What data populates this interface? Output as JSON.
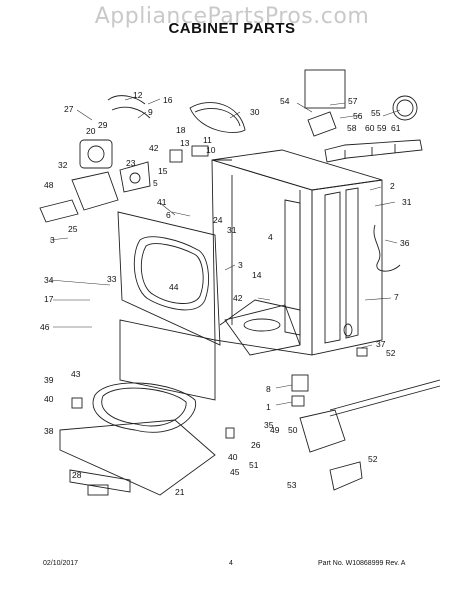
{
  "watermark": "AppliancePartsPros.com",
  "title": "CABINET PARTS",
  "callouts": [
    "1",
    "2",
    "3",
    "4",
    "5",
    "6",
    "7",
    "8",
    "9",
    "10",
    "11",
    "12",
    "13",
    "14",
    "15",
    "16",
    "17",
    "18",
    "20",
    "21",
    "23",
    "24",
    "25",
    "26",
    "27",
    "28",
    "29",
    "30",
    "31",
    "32",
    "33",
    "34",
    "35",
    "36",
    "37",
    "38",
    "39",
    "40",
    "41",
    "42",
    "43",
    "44",
    "45",
    "46",
    "48",
    "49",
    "50",
    "51",
    "52",
    "53",
    "54",
    "55",
    "56",
    "57",
    "58",
    "59",
    "60",
    "61"
  ],
  "footer": {
    "date": "02/10/2017",
    "page": "4",
    "part_no": "Part No. W10868999  Rev. A"
  }
}
